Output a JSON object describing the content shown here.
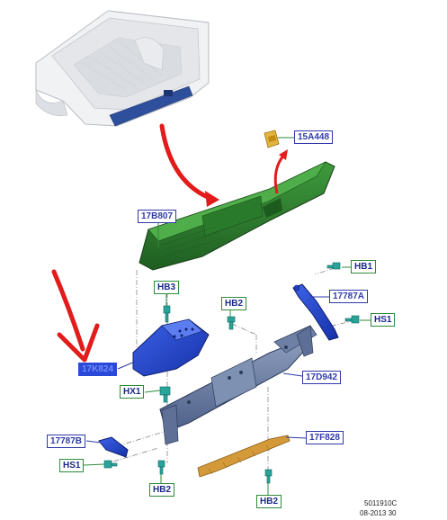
{
  "callouts": {
    "c15A448": "15A448",
    "c17B807": "17B807",
    "cHB1": "HB1",
    "cHB3": "HB3",
    "cHB2top": "HB2",
    "c17787A": "17787A",
    "cHS1right": "HS1",
    "c17K824": "17K824",
    "c17D942": "17D942",
    "cHX1": "HX1",
    "c17787B": "17787B",
    "c17F828": "17F828",
    "cHS1left": "HS1",
    "cHB2bottomLeft": "HB2",
    "cHB2bottomRight": "HB2"
  },
  "footer": {
    "code": "5011910C",
    "date": "08-2013 30"
  },
  "colors": {
    "step_bar": "#2f7d2f",
    "bracket": "#5b6f93",
    "bumper_end": "#1f3fc4",
    "brace": "#2f4fd0",
    "trim_strip": "#c08a30",
    "annotation_arrow": "#e21b1b",
    "leader_green": "#2e8b3a",
    "leader_blue": "#2f3aa8"
  }
}
